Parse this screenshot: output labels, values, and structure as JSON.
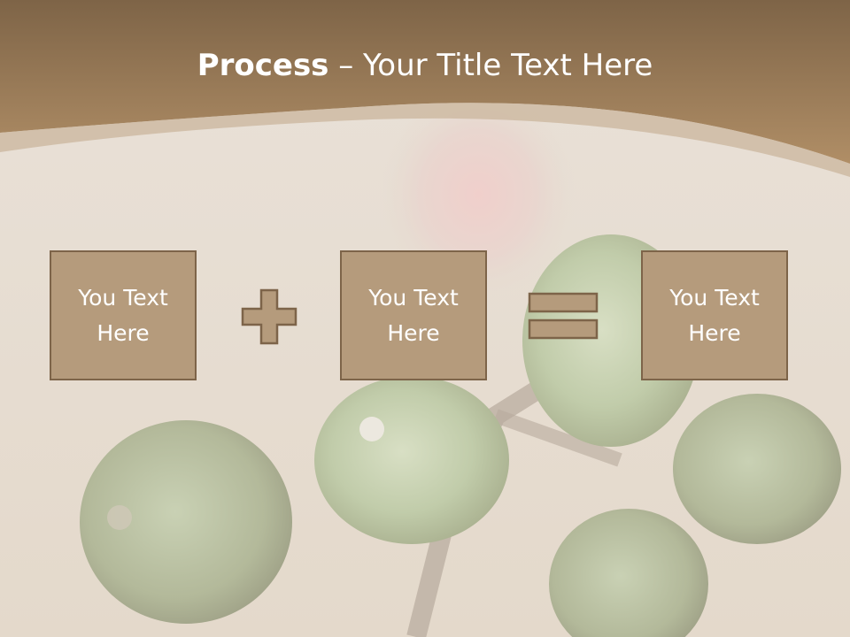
{
  "slide": {
    "title_bold": "Process",
    "title_rest": " – Your Title Text Here"
  },
  "process": {
    "boxes": [
      {
        "text": "You Text\nHere"
      },
      {
        "text": "You Text\nHere"
      },
      {
        "text": "You Text\nHere"
      }
    ],
    "operators": [
      "plus-icon",
      "equals-icon"
    ]
  },
  "colors": {
    "header": "#a8855d",
    "box_fill": "#b59b7c",
    "box_border": "#7d6449",
    "background": "#e8ddd0"
  }
}
